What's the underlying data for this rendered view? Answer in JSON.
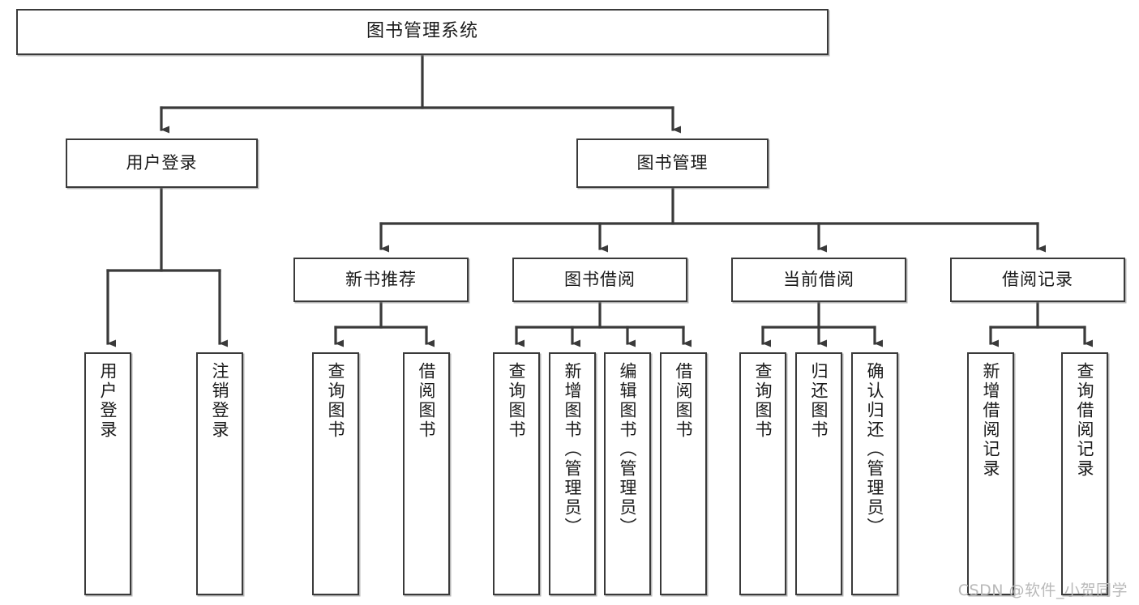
{
  "diagram": {
    "title_box": {
      "label": "图书管理系统"
    },
    "level2": [
      {
        "id": "user-login",
        "label": "用户登录"
      },
      {
        "id": "book-management",
        "label": "图书管理"
      }
    ],
    "level3": [
      {
        "id": "new-book-recommend",
        "label": "新书推荐"
      },
      {
        "id": "book-borrow",
        "label": "图书借阅"
      },
      {
        "id": "current-borrow",
        "label": "当前借阅"
      },
      {
        "id": "borrow-record",
        "label": "借阅记录"
      }
    ],
    "leaves": [
      {
        "id": "leaf-user-login",
        "label": "用户登录"
      },
      {
        "id": "leaf-logout-login",
        "label": "注销登录"
      },
      {
        "id": "leaf-query-book-1",
        "label": "查询图书"
      },
      {
        "id": "leaf-borrow-book-1",
        "label": "借阅图书"
      },
      {
        "id": "leaf-query-book-2",
        "label": "查询图书"
      },
      {
        "id": "leaf-add-book",
        "label": "新增图书（管理员）"
      },
      {
        "id": "leaf-edit-book",
        "label": "编辑图书（管理员）"
      },
      {
        "id": "leaf-borrow-book-2",
        "label": "借阅图书"
      },
      {
        "id": "leaf-query-book-3",
        "label": "查询图书"
      },
      {
        "id": "leaf-return-book",
        "label": "归还图书"
      },
      {
        "id": "leaf-confirm-return",
        "label": "确认归还（管理员）"
      },
      {
        "id": "leaf-add-borrow-record",
        "label": "新增借阅记录"
      },
      {
        "id": "leaf-query-borrow-record",
        "label": "查询借阅记录"
      }
    ],
    "watermark": "CSDN @软件_小贺同学",
    "colors": {
      "stroke": "#3a3a3a",
      "fill": "#ffffff",
      "text": "#1a1a1a",
      "watermark": "#b9b9b9"
    }
  }
}
